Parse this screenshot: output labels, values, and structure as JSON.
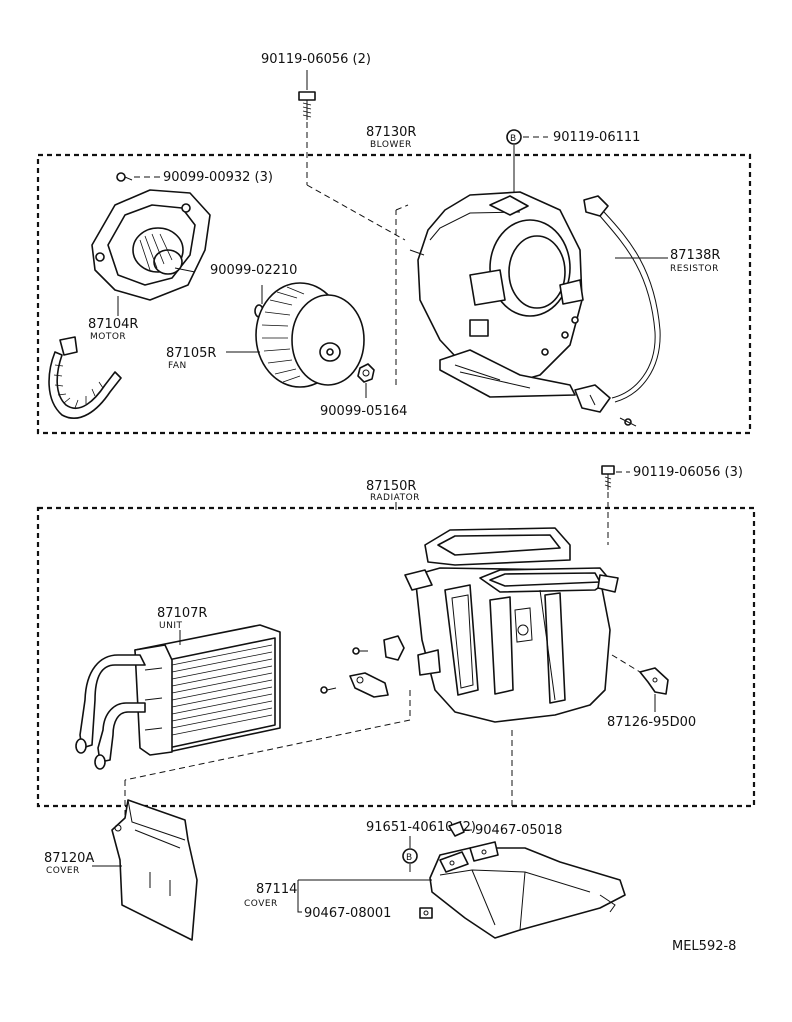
{
  "drawing_code": "MEL592-8",
  "groups": {
    "blower": {
      "number": "87130R",
      "name": "BLOWER"
    },
    "radiator": {
      "number": "87150R",
      "name": "RADIATOR"
    }
  },
  "parts": {
    "bolt_top": "90119-06056 (2)",
    "bolt_b": "90119-06111",
    "screw_motor": "90099-00932 (3)",
    "washer": "90099-02210",
    "nut": "90099-05164",
    "motor": {
      "number": "87104R",
      "name": "MOTOR"
    },
    "fan": {
      "number": "87105R",
      "name": "FAN"
    },
    "resistor": {
      "number": "87138R",
      "name": "RESISTOR"
    },
    "bolt_radiator": "90119-06056 (3)",
    "unit": {
      "number": "87107R",
      "name": "UNIT"
    },
    "bracket": "87126-95D00",
    "screw_b": "91651-40610 (2)",
    "clip_cover": "90467-05018",
    "cover_side": {
      "number": "87120A",
      "name": "COVER"
    },
    "cover_bottom": {
      "number": "87114",
      "name": "COVER"
    },
    "clip_bottom": "90467-08001"
  },
  "markers": {
    "b": "B"
  }
}
